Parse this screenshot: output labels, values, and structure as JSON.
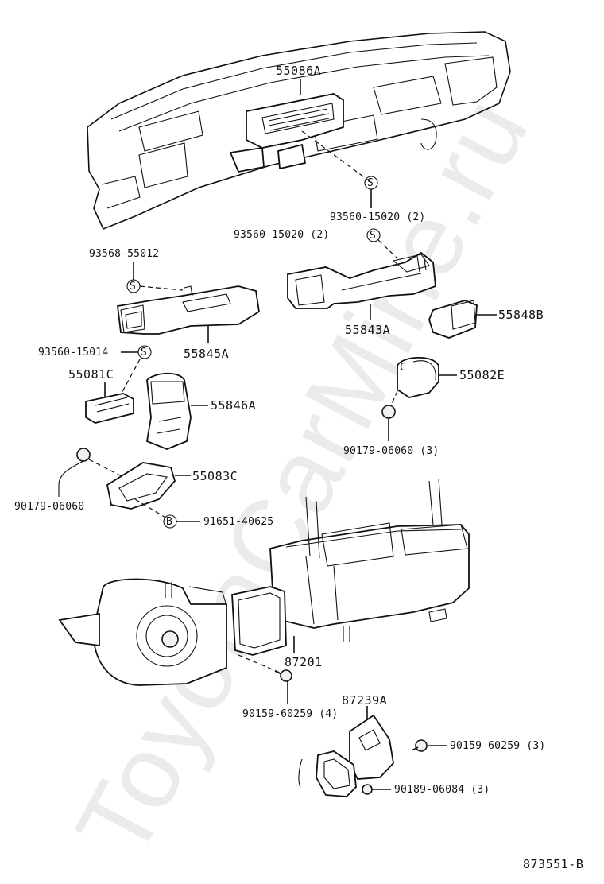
{
  "watermark": "ToyotaCarMine.ru",
  "diagram_code": "873551-B",
  "labels": {
    "p55086A": "55086A",
    "p93560_15020_a": "93560-15020 (2)",
    "p93560_15020_b": "93560-15020 (2)",
    "p93568_55012": "93568-55012",
    "p55845A": "55845A",
    "p55843A": "55843A",
    "p55848B": "55848B",
    "p93560_15014": "93560-15014",
    "p55081C": "55081C",
    "p55846A": "55846A",
    "p55082E": "55082E",
    "p90179_06060_3": "90179-06060 (3)",
    "p55083C": "55083C",
    "p90179_06060": "90179-06060",
    "p91651_40625": "91651-40625",
    "p87201": "87201",
    "p90159_60259_4": "90159-60259 (4)",
    "p87239A": "87239A",
    "p90159_60259_3": "90159-60259 (3)",
    "p90189_06084_3": "90189-06084 (3)"
  },
  "symbols": {
    "s": "S",
    "b": "B",
    "c": "C"
  }
}
